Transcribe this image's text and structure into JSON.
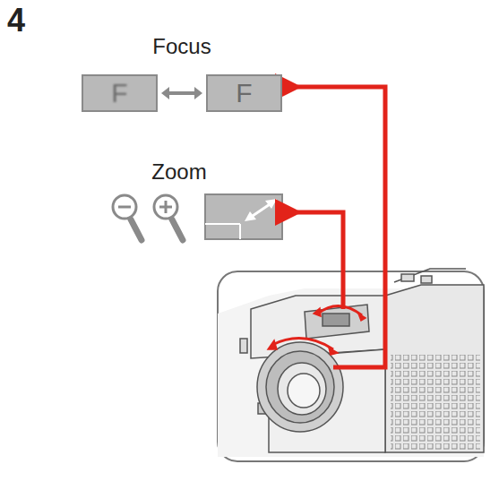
{
  "diagram": {
    "nodes": [
      {
        "text": [
          "F"
        ]
      },
      {
        "text": [
          "F"
        ]
      }
    ],
    "edges": [
      {
        "from": 0,
        "to": 1,
        "arrow": "both"
      }
    ],
    "labels": [
      "4",
      "Focus",
      "Zoom"
    ]
  }
}
